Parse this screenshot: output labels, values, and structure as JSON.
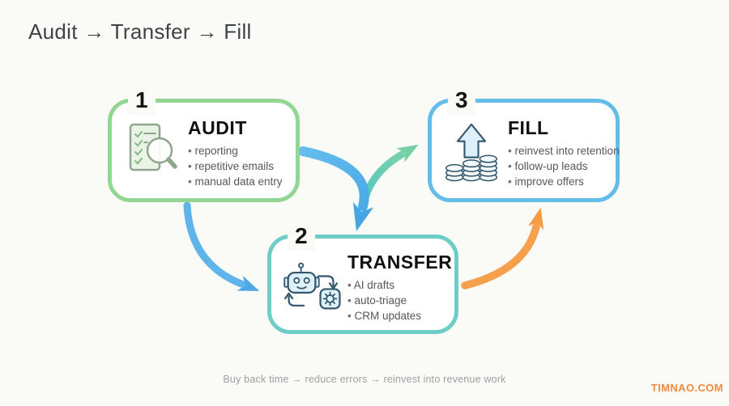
{
  "header": {
    "title": "Audit → Transfer → Fill"
  },
  "steps": [
    {
      "number": "1",
      "title": "AUDIT",
      "icon": "checklist-magnifier-icon",
      "accent": "#93d694",
      "bullets": [
        "reporting",
        "repetitive emails",
        "manual data entry"
      ]
    },
    {
      "number": "2",
      "title": "TRANSFER",
      "icon": "robot-automation-icon",
      "accent": "#6fcdc7",
      "bullets": [
        "AI drafts",
        "auto-triage",
        "CRM updates"
      ]
    },
    {
      "number": "3",
      "title": "FILL",
      "icon": "coins-growth-icon",
      "accent": "#64bce9",
      "bullets": [
        "reinvest into retention",
        "follow-up leads",
        "improve offers"
      ]
    }
  ],
  "arrows": {
    "audit_to_transfer_color": "#5fb5ea",
    "audit_down_color": "#55aee8",
    "transfer_up_gradient": [
      "#54c6c1",
      "#7ed3a8"
    ],
    "transfer_to_fill_color": "#f6a04e"
  },
  "footer": {
    "tagline": "Buy back time → reduce errors → reinvest into revenue work"
  },
  "watermark": {
    "text": "TIMNAO.COM",
    "color": "#f28b3f"
  }
}
